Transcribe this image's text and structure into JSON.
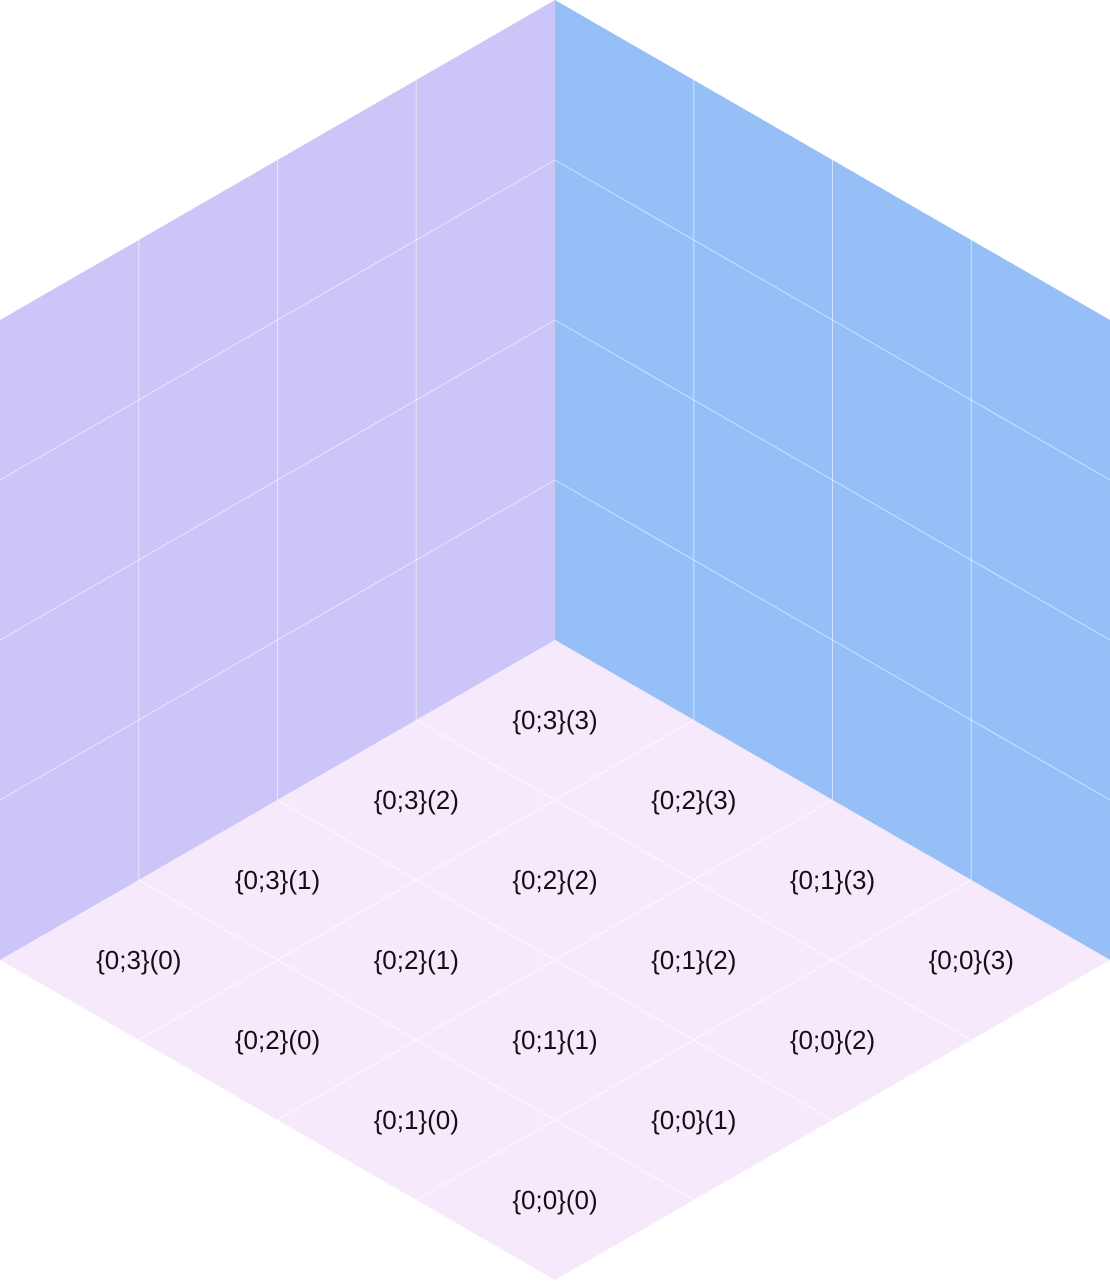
{
  "colors": {
    "left_wall": "#cbc5f8",
    "right_wall": "#95bff6",
    "floor": "#f6e9fb"
  },
  "grid": {
    "rows": 4,
    "cols": 4
  },
  "floor_cells": [
    {
      "i": 0,
      "j": 0,
      "label": "{0;0}(0)"
    },
    {
      "i": 0,
      "j": 1,
      "label": "{0;0}(1)"
    },
    {
      "i": 0,
      "j": 2,
      "label": "{0;0}(2)"
    },
    {
      "i": 0,
      "j": 3,
      "label": "{0;0}(3)"
    },
    {
      "i": 1,
      "j": 0,
      "label": "{0;1}(0)"
    },
    {
      "i": 1,
      "j": 1,
      "label": "{0;1}(1)"
    },
    {
      "i": 1,
      "j": 2,
      "label": "{0;1}(2)"
    },
    {
      "i": 1,
      "j": 3,
      "label": "{0;1}(3)"
    },
    {
      "i": 2,
      "j": 0,
      "label": "{0;2}(0)"
    },
    {
      "i": 2,
      "j": 1,
      "label": "{0;2}(1)"
    },
    {
      "i": 2,
      "j": 2,
      "label": "{0;2}(2)"
    },
    {
      "i": 2,
      "j": 3,
      "label": "{0;2}(3)"
    },
    {
      "i": 3,
      "j": 0,
      "label": "{0;3}(0)"
    },
    {
      "i": 3,
      "j": 1,
      "label": "{0;3}(1)"
    },
    {
      "i": 3,
      "j": 2,
      "label": "{0;3}(2)"
    },
    {
      "i": 3,
      "j": 3,
      "label": "{0;3}(3)"
    }
  ]
}
